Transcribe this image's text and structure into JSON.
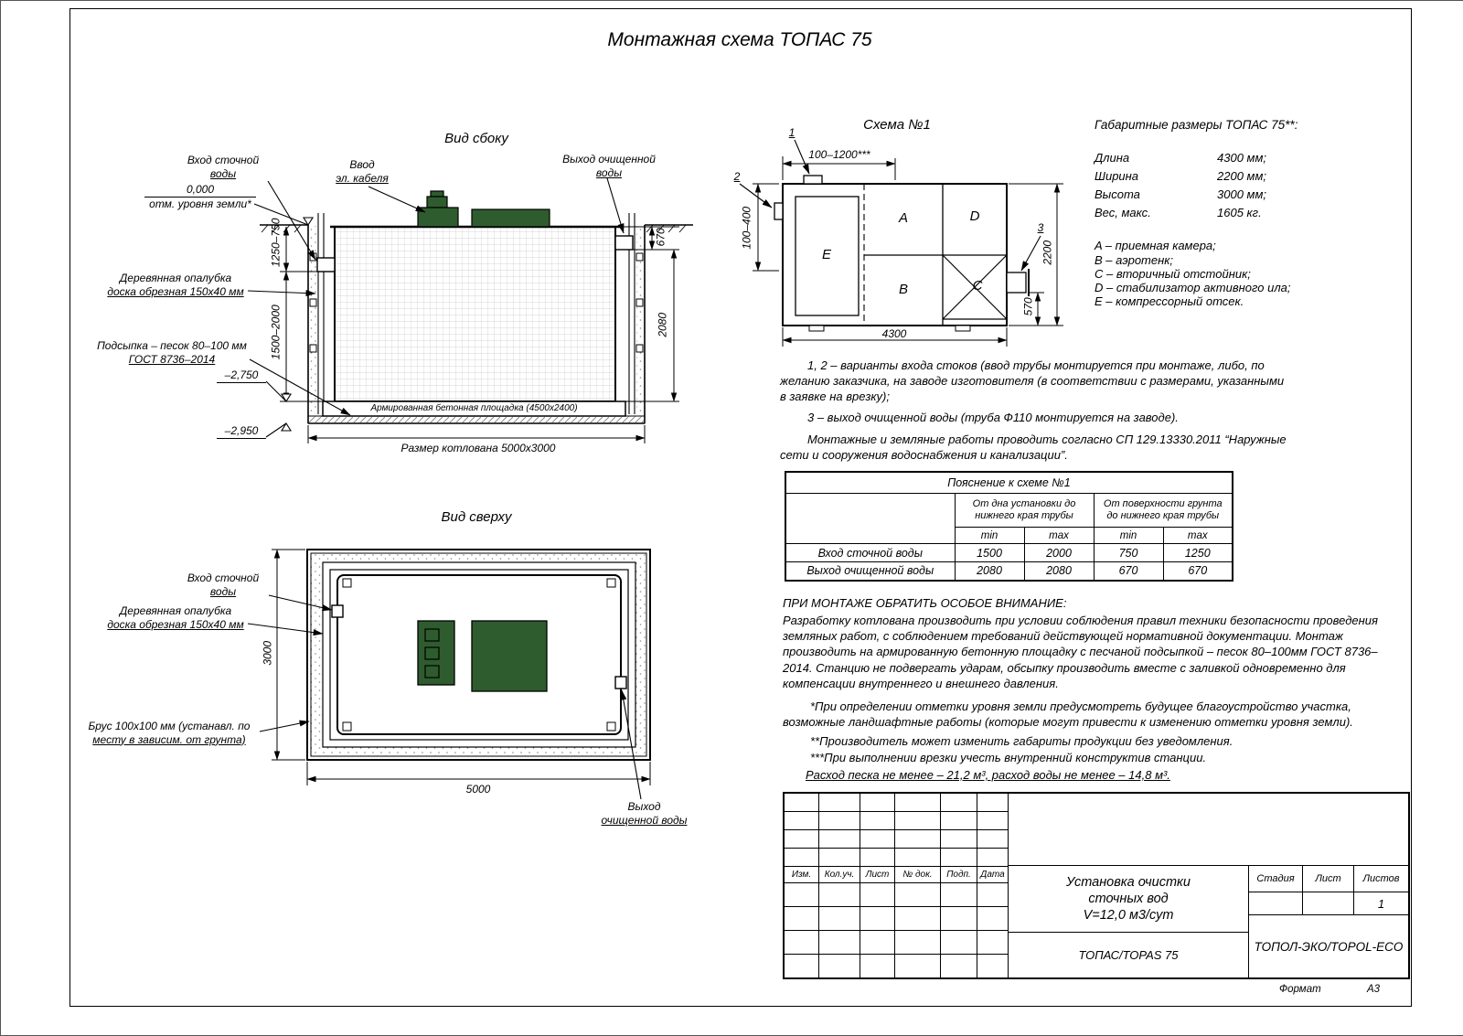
{
  "sheet": {
    "title": "Монтажная схема ТОПАС 75",
    "format_label": "Формат",
    "format_value": "А3"
  },
  "colors": {
    "lid_green": "#2e5c2e"
  },
  "side_view": {
    "title": "Вид сбоку",
    "inlet_label_l1": "Вход сточной",
    "inlet_label_l2": "воды",
    "cable_label_l1": "Ввод",
    "cable_label_l2": "эл. кабеля",
    "outlet_label_l1": "Выход очищенной",
    "outlet_label_l2": "воды",
    "zero_level": "0,000",
    "zero_level_note": "отм. уровня земли*",
    "formwork_l1": "Деревянная опалубка",
    "formwork_l2": "доска обрезная 150x40 мм",
    "sand_l1": "Подсыпка – песок 80–100 мм",
    "sand_l2": "ГОСТ 8736–2014",
    "level_minus_2750": "–2,750",
    "level_minus_2950": "–2,950",
    "concrete_pad": "Армированная бетонная площадка (4500x2400)",
    "pit_size": "Размер котлована 5000x3000",
    "dim_1250_750": "1250–750",
    "dim_1500_2000": "1500–2000",
    "dim_670": "670",
    "dim_2080": "2080"
  },
  "top_view": {
    "title": "Вид сверху",
    "inlet_l1": "Вход сточной",
    "inlet_l2": "воды",
    "formwork_l1": "Деревянная опалубка",
    "formwork_l2": "доска обрезная 150x40 мм",
    "timber_l1": "Брус 100x100 мм (устанавл. по",
    "timber_l2": "месту в зависим. от грунта)",
    "outlet_l1": "Выход",
    "outlet_l2": "очищенной воды",
    "dim_3000": "3000",
    "dim_5000": "5000"
  },
  "schema": {
    "title": "Схема №1",
    "compartment_a": "A",
    "compartment_b": "B",
    "compartment_c": "C",
    "compartment_d": "D",
    "compartment_e": "E",
    "callout_1": "1",
    "callout_2": "2",
    "callout_3": "3",
    "dim_top": "100–1200***",
    "dim_left": "100–400",
    "dim_right": "2200",
    "dim_570": "570",
    "dim_bottom": "4300"
  },
  "overall": {
    "title": "Габаритные размеры ТОПАС 75**:",
    "rows": [
      {
        "label": "Длина",
        "value": "4300 мм;"
      },
      {
        "label": "Ширина",
        "value": "2200 мм;"
      },
      {
        "label": "Высота",
        "value": "3000 мм;"
      },
      {
        "label": "Вес, макс.",
        "value": "1605 кг."
      }
    ],
    "legend": [
      "A – приемная камера;",
      "B – аэротенк;",
      "C – вторичный отстойник;",
      "D – стабилизатор активного ила;",
      "E – компрессорный отсек."
    ]
  },
  "notes": {
    "note_1_2": "1, 2 – варианты входа  стоков (ввод трубы монтируется при монтаже, либо, по желанию заказчика, на заводе изготовителя (в соответствии с размерами, указанными в заявке на врезку);",
    "note_3": "3 – выход очищенной воды (труба Ф110 монтируется на заводе).",
    "note_sp": "Монтажные и земляные работы проводить согласно СП 129.13330.2011 “Наружные сети и сооружения водоснабжения и канализации”."
  },
  "table": {
    "title": "Пояснение к схеме №1",
    "group1": "От дна установки до нижнего края трубы",
    "group2": "От поверхности грунта до нижнего края трубы",
    "min": "min",
    "max": "max",
    "rows": [
      {
        "label": "Вход сточной воды",
        "values": [
          "1500",
          "2000",
          "750",
          "1250"
        ]
      },
      {
        "label": "Выход очищенной воды",
        "values": [
          "2080",
          "2080",
          "670",
          "670"
        ]
      }
    ]
  },
  "attention": {
    "title": "ПРИ МОНТАЖЕ ОБРАТИТЬ ОСОБОЕ ВНИМАНИЕ:",
    "p1": "Разработку котлована производить при условии соблюдения правил техники безопасности проведения земляных работ, с соблюдением требований действующей нормативной документации.  Монтаж производить на армированную бетонную площадку с песчаной подсыпкой – песок 80–100мм ГОСТ 8736–2014. Станцию не подвергать ударам, обсыпку производить вместе с заливкой одновременно для компенсации внутреннего и внешнего давления.",
    "p2": "*При определении отметки уровня земли предусмотреть будущее благоустройство участка, возможные ландшафтные работы (которые могут привести к изменению отметки уровня земли).",
    "p3": "**Производитель может изменить габариты продукции без уведомления.",
    "p4": "***При выполнении врезки учесть внутренний конструктив станции.",
    "consumption": "Расход песка не менее – 21,2 м³, расход воды не менее – 14,8 м³."
  },
  "title_block": {
    "col_headers": [
      "Изм.",
      "Кол.уч.",
      "Лист",
      "№ док.",
      "Подп.",
      "Дата"
    ],
    "doc_title_l1": "Установка очистки",
    "doc_title_l2": "сточных вод",
    "doc_title_l3": "V=12,0 м3/сут",
    "stage_label": "Стадия",
    "sheet_label": "Лист",
    "sheets_label": "Листов",
    "sheets_value": "1",
    "product": "ТОПАС/TOPAS 75",
    "company": "ТОПОЛ-ЭКО/TOPOL-ECO"
  }
}
